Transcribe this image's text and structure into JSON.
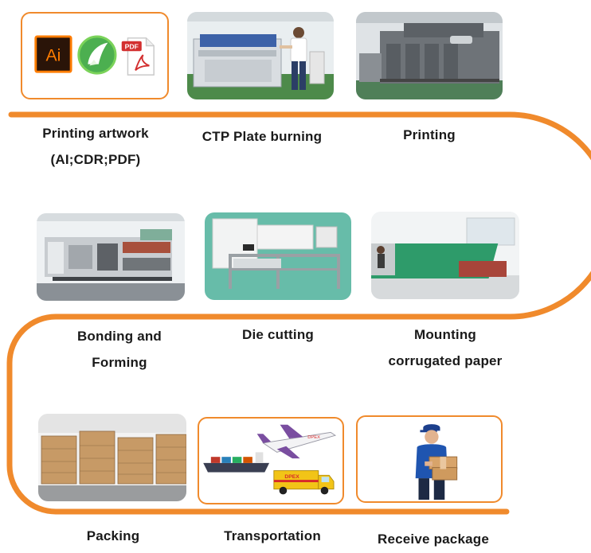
{
  "steps": {
    "s1": {
      "label_line1": "Printing artwork",
      "label_line2": "(AI;CDR;PDF)",
      "icons": [
        "adobe-illustrator-icon",
        "coreldraw-icon",
        "pdf-file-icon"
      ],
      "ai_text": "Ai",
      "pdf_text": "PDF"
    },
    "s2": {
      "label": "CTP Plate burning"
    },
    "s3": {
      "label": "Printing"
    },
    "s4": {
      "label_line1": "Bonding and",
      "label_line2": "Forming"
    },
    "s5": {
      "label": "Die cutting"
    },
    "s6": {
      "label_line1": "Mounting",
      "label_line2": "corrugated paper"
    },
    "s7": {
      "label": "Packing"
    },
    "s8": {
      "label": "Transportation",
      "plane_text": "DPEX",
      "truck_text": "DPEX"
    },
    "s9": {
      "label": "Receive package"
    }
  },
  "colors": {
    "flow_line": "#f08a2c",
    "tile_border": "#f08a2c",
    "label_text": "#1a1a1a"
  }
}
